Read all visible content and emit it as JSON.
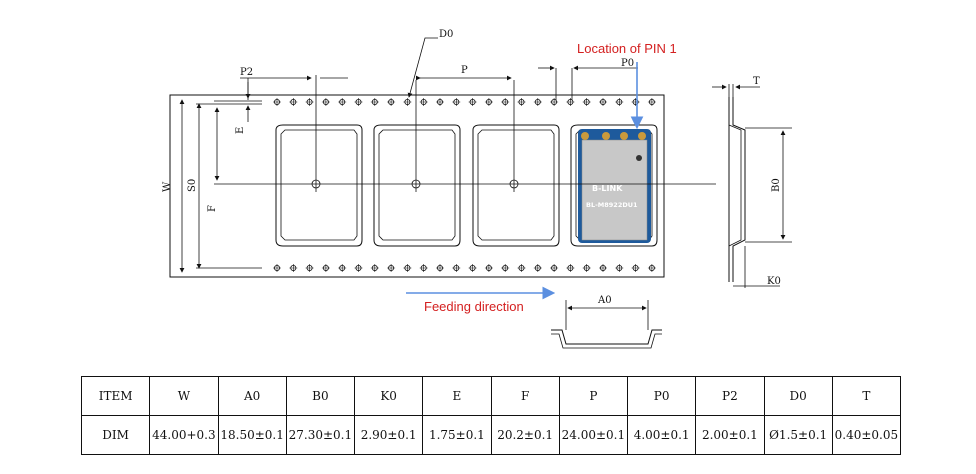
{
  "labels": {
    "pin1": "Location of PIN 1",
    "feeding": "Feeding direction",
    "D0": "D0",
    "P2": "P2",
    "P": "P",
    "P0": "P0",
    "E": "E",
    "W": "W",
    "S0": "S0",
    "F": "F",
    "T": "T",
    "B0": "B0",
    "K0": "K0",
    "A0": "A0"
  },
  "module": {
    "brand": "B-LINK",
    "part": "BL-M8922DU1"
  },
  "colors": {
    "annotation_red": "#d42020",
    "arrow_blue": "#5b8fe0",
    "module_pcb": "#1e5a9c",
    "module_shield": "#c8c8c8",
    "module_pad": "#c99a3c"
  },
  "table": {
    "header": [
      "ITEM",
      "W",
      "A0",
      "B0",
      "K0",
      "E",
      "F",
      "P",
      "P0",
      "P2",
      "D0",
      "T"
    ],
    "row": [
      "DIM",
      "44.00+0.3",
      "18.50±0.1",
      "27.30±0.1",
      "2.90±0.1",
      "1.75±0.1",
      "20.2±0.1",
      "24.00±0.1",
      "4.00±0.1",
      "2.00±0.1",
      "Ø1.5±0.1",
      "0.40±0.05"
    ]
  }
}
